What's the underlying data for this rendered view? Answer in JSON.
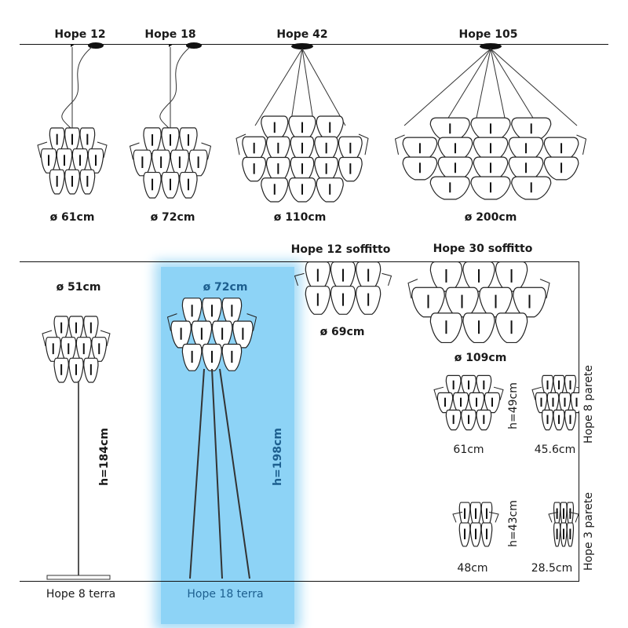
{
  "colors": {
    "highlight": "#8dd3f6",
    "highlight_text": "#1d5f8f",
    "line": "#111111"
  },
  "pendants": [
    {
      "name": "Hope 12",
      "diameter": "ø 61cm"
    },
    {
      "name": "Hope 18",
      "diameter": "ø 72cm"
    },
    {
      "name": "Hope 42",
      "diameter": "ø 110cm"
    },
    {
      "name": "Hope 105",
      "diameter": "ø 200cm"
    }
  ],
  "ceiling": [
    {
      "name": "Hope 12 soffitto",
      "diameter": "ø 69cm"
    },
    {
      "name": "Hope 30 soffitto",
      "diameter": "ø 109cm"
    }
  ],
  "floor": [
    {
      "name": "Hope 8 terra",
      "diameter": "ø 51cm",
      "height": "h=184cm"
    },
    {
      "name": "Hope 18 terra",
      "diameter": "ø 72cm",
      "height": "h=198cm",
      "highlighted": true
    }
  ],
  "wall": [
    {
      "name": "Hope 8 parete",
      "width": "61cm",
      "depth": "45.6cm",
      "height": "h=49cm"
    },
    {
      "name": "Hope 3 parete",
      "width": "48cm",
      "depth": "28.5cm",
      "height": "h=43cm"
    }
  ]
}
